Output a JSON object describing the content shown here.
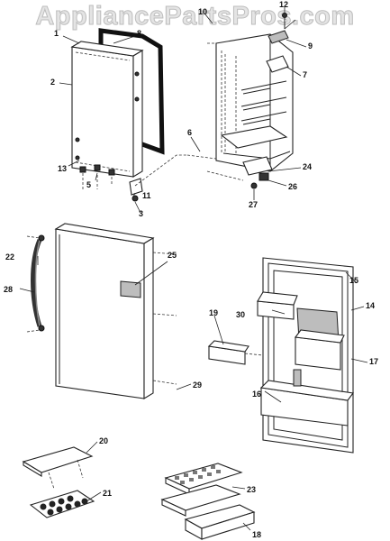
{
  "watermark": "AppliancePartsPros.com",
  "callouts": [
    "1",
    "2",
    "3",
    "5",
    "6",
    "7",
    "8",
    "9",
    "10",
    "11",
    "12",
    "13",
    "14",
    "15",
    "16",
    "17",
    "18",
    "19",
    "20",
    "21",
    "22",
    "23",
    "24",
    "25",
    "26",
    "27",
    "28",
    "29",
    "30"
  ]
}
